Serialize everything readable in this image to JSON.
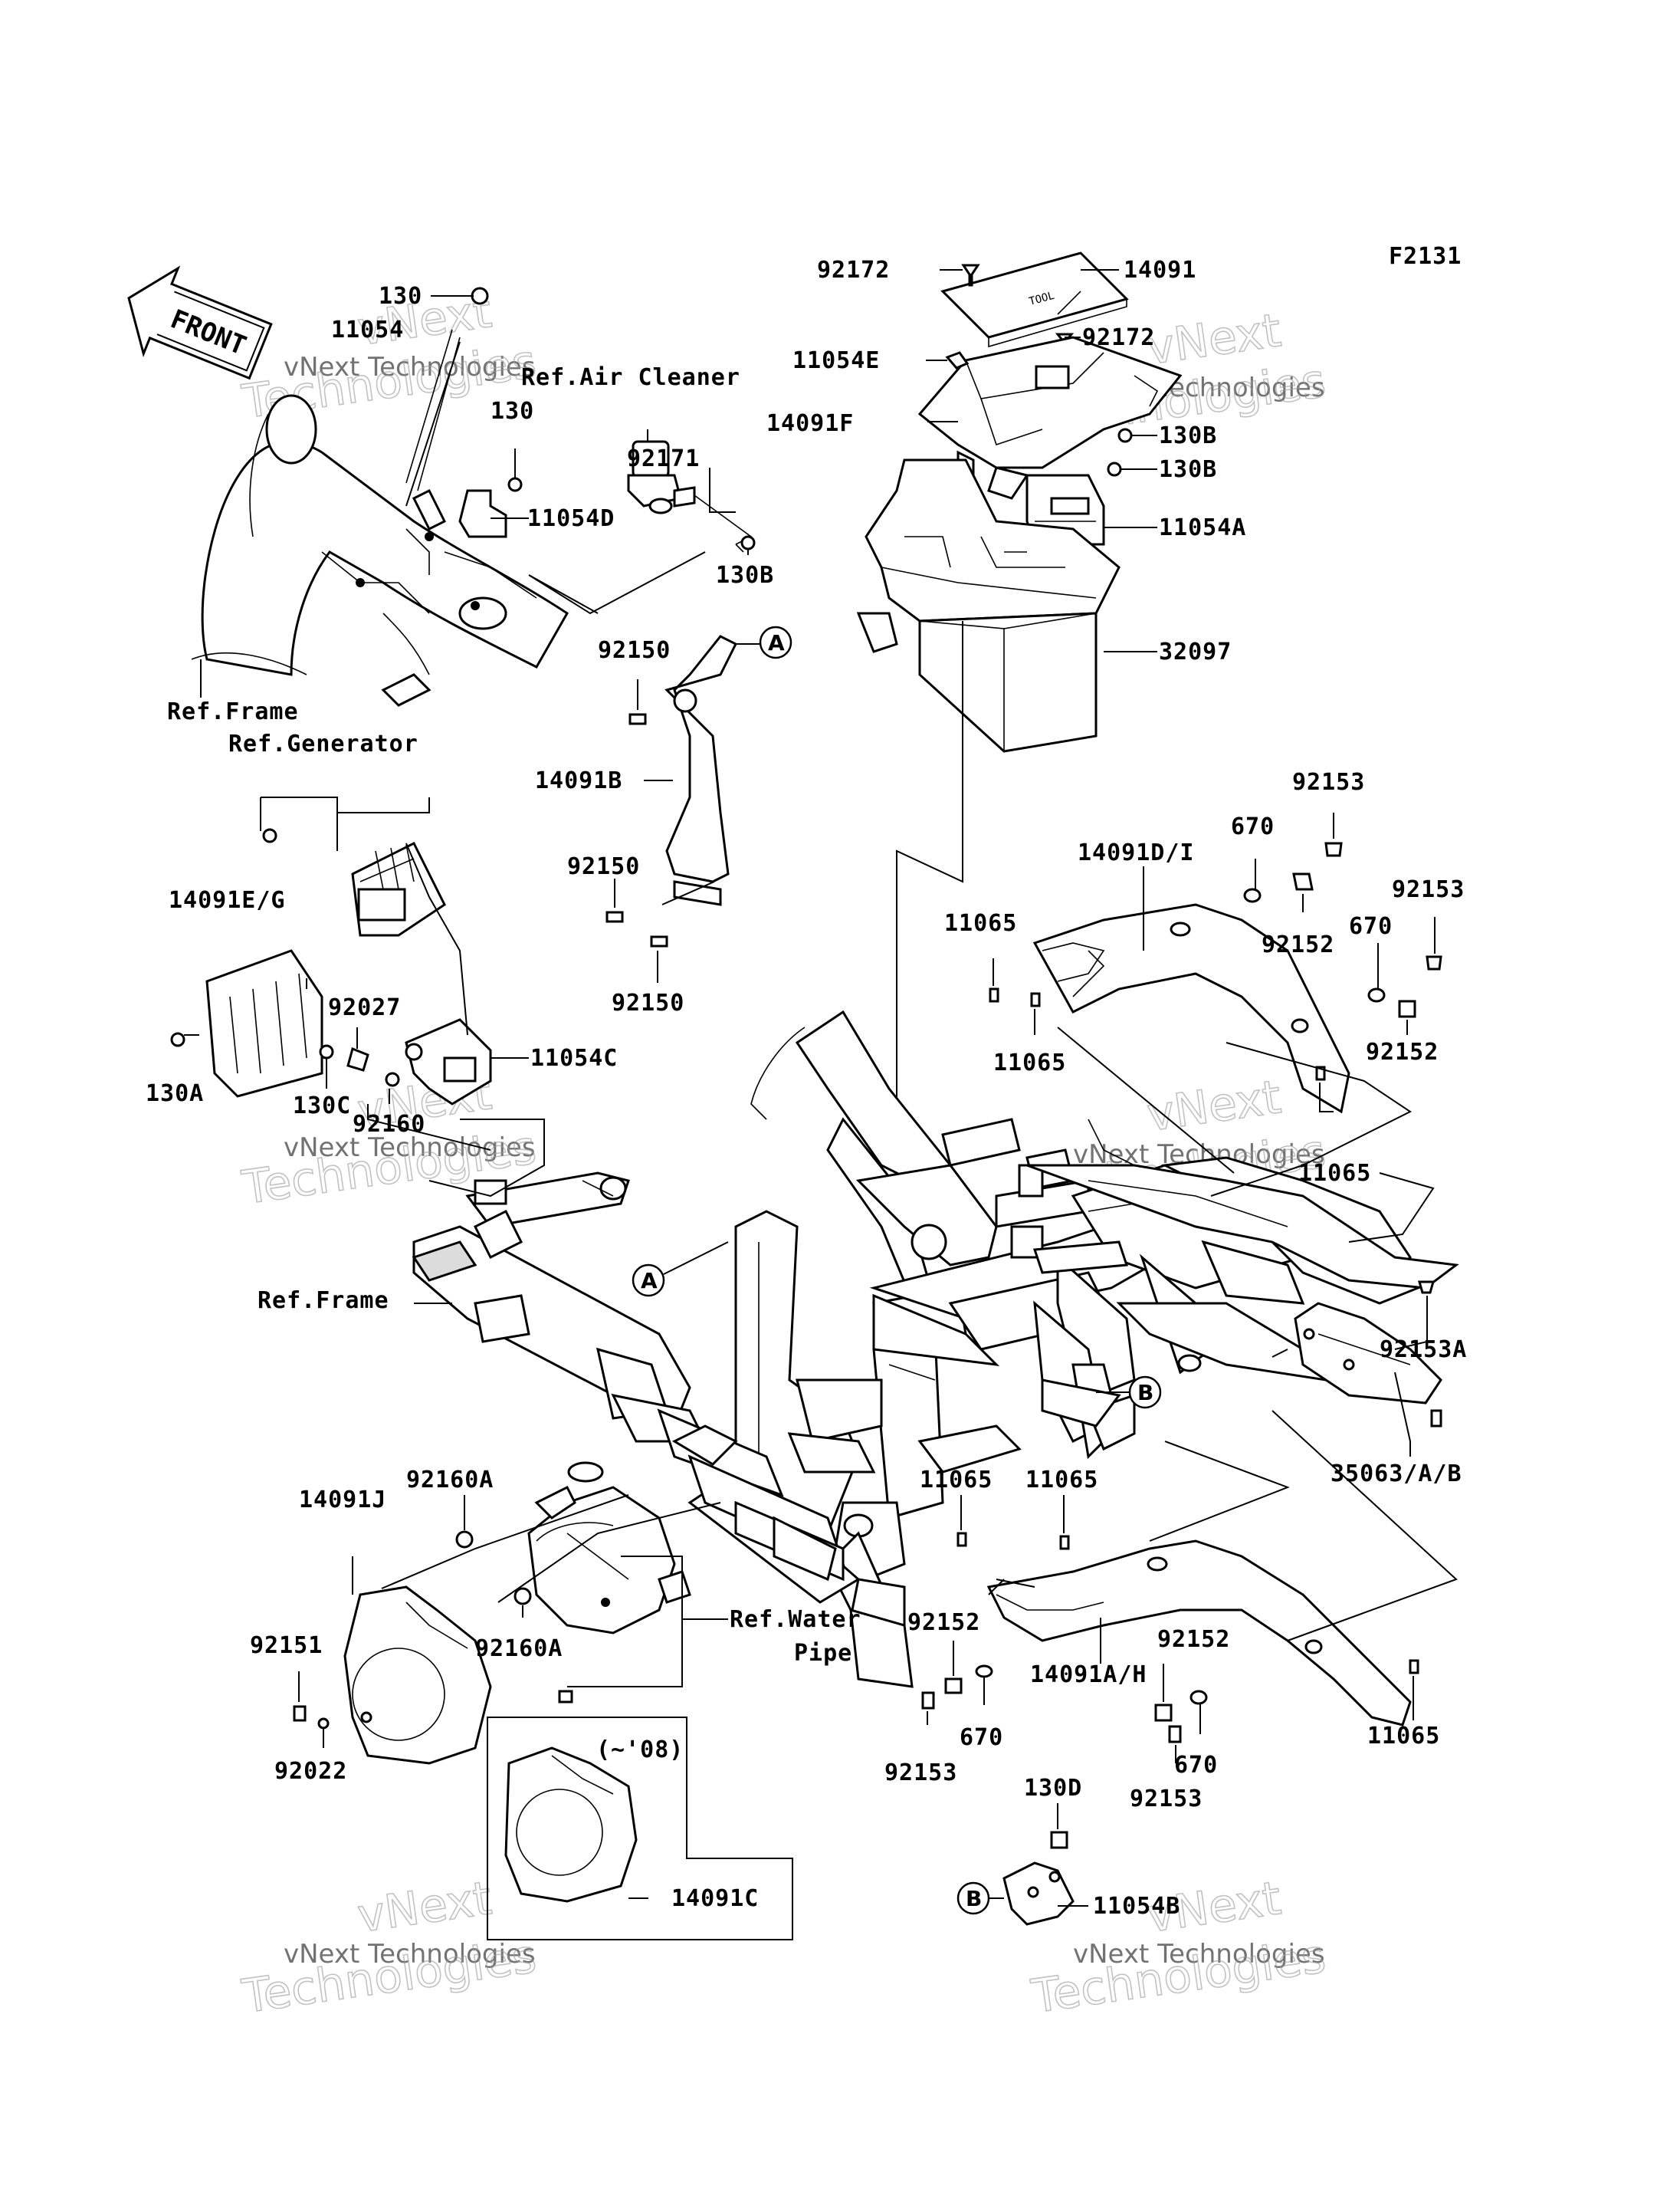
{
  "figure_code": "F2131",
  "front_arrow_label": "FRONT",
  "refs": {
    "air_cleaner": "Ref.Air Cleaner",
    "frame_top": "Ref.Frame",
    "generator": "Ref.Generator",
    "frame_mid": "Ref.Frame",
    "water_pipe_line1": "Ref.Water",
    "water_pipe_line2": "Pipe"
  },
  "callouts": {
    "A_upper": "A",
    "A_lower": "A",
    "B_right": "B",
    "B_bottom": "B"
  },
  "inset_year": "(~'08)",
  "watermark": {
    "line1": "vNext Technologies",
    "line2": "vNext",
    "line3": "Technologies"
  },
  "part_numbers": {
    "p130_top": "130",
    "p11054": "11054",
    "p130_b": "130",
    "p11054D": "11054D",
    "p92171": "92171",
    "p130B_left": "130B",
    "p92172_a": "92172",
    "p14091": "14091",
    "p92172_b": "92172",
    "p11054E": "11054E",
    "p14091F": "14091F",
    "p130B_1": "130B",
    "p130B_2": "130B",
    "p11054A": "11054A",
    "p32097": "32097",
    "p92150_a": "92150",
    "p14091B": "14091B",
    "p92150_b": "92150",
    "p92150_c": "92150",
    "p92153_a": "92153",
    "p670_a": "670",
    "p14091DI": "14091D/I",
    "p92153_b": "92153",
    "p11065_a": "11065",
    "p92152_a": "92152",
    "p670_b": "670",
    "p11065_b": "11065",
    "p92152_b": "92152",
    "p11065_c": "11065",
    "p14091EG": "14091E/G",
    "p92027": "92027",
    "p130A": "130A",
    "p130C": "130C",
    "p92160": "92160",
    "p11054C": "11054C",
    "p92153A": "92153A",
    "p35063": "35063/A/B",
    "p92160A_a": "92160A",
    "p14091J": "14091J",
    "p92160A_b": "92160A",
    "p92151": "92151",
    "p92022": "92022",
    "p11065_d": "11065",
    "p11065_e": "11065",
    "p92152_c": "92152",
    "p14091AH": "14091A/H",
    "p92152_d": "92152",
    "p670_c": "670",
    "p670_d": "670",
    "p92153_c": "92153",
    "p92153_d": "92153",
    "p11065_f": "11065",
    "p130D": "130D",
    "p14091C": "14091C",
    "p11054B": "11054B"
  }
}
